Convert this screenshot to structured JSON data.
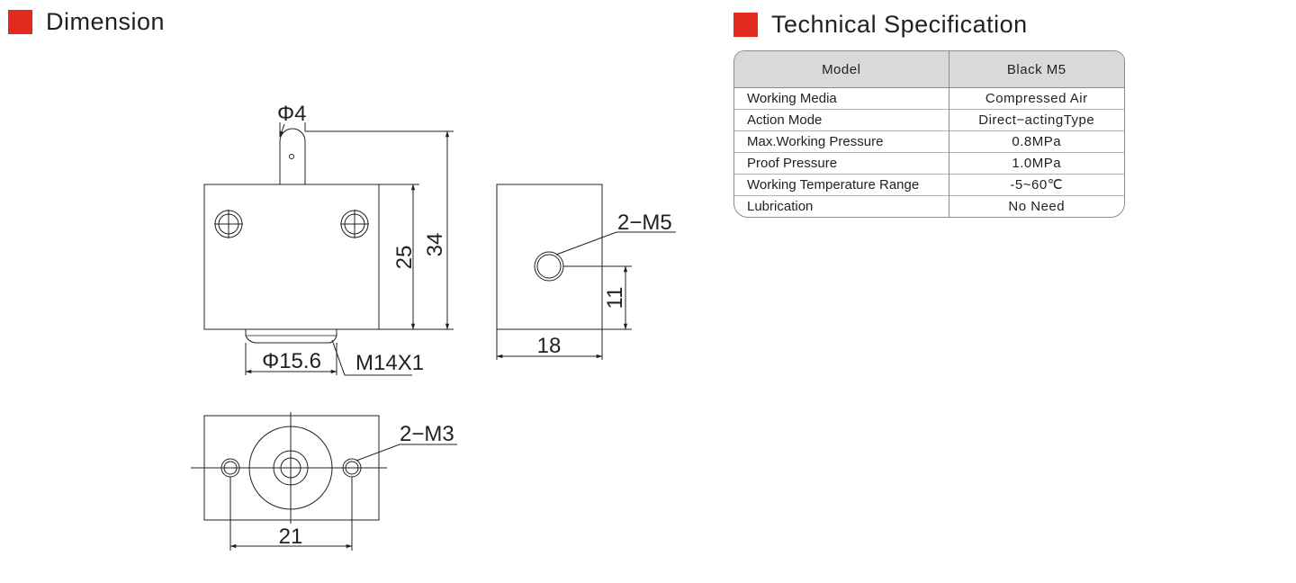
{
  "dimension": {
    "title": "Dimension",
    "labels": {
      "phi4": "Φ4",
      "h34": "34",
      "h25": "25",
      "phi15_6": "Φ15.6",
      "thread_m14": "M14X1",
      "port_m5": "2−M5",
      "h11": "11",
      "w18": "18",
      "hole_m3": "2−M3",
      "w21": "21"
    }
  },
  "spec": {
    "title": "Technical Specification",
    "header": {
      "param": "Model",
      "value": "Black M5"
    },
    "rows": [
      {
        "param": "Working Media",
        "value": "Compressed Air"
      },
      {
        "param": "Action Mode",
        "value": "Direct−actingType"
      },
      {
        "param": "Max.Working Pressure",
        "value": "0.8MPa"
      },
      {
        "param": "Proof Pressure",
        "value": "1.0MPa"
      },
      {
        "param": "Working Temperature Range",
        "value": "-5~60℃"
      },
      {
        "param": "Lubrication",
        "value": "No Need"
      }
    ]
  },
  "colors": {
    "accent": "#e32a1e",
    "header_bg": "#d9d9d9",
    "line": "#231f20"
  }
}
